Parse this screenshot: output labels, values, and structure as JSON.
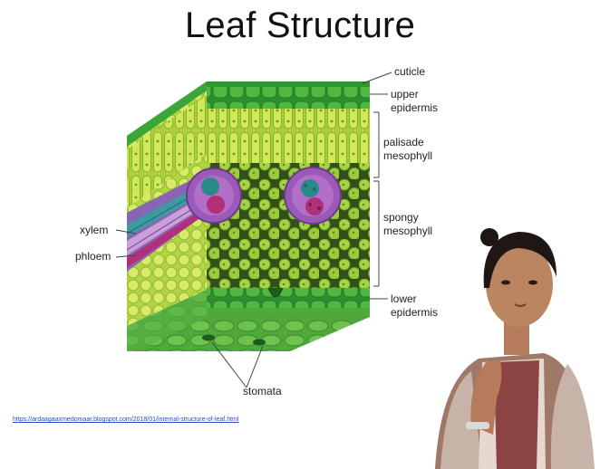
{
  "slide": {
    "title": "Leaf Structure",
    "source_link": "https://ardaagaaxmedomaar.blogspot.com/2018/01/internal-structure-of-leaf.html"
  },
  "diagram": {
    "labels": {
      "cuticle": "cuticle",
      "upper_1": "upper",
      "upper_2": "epidermis",
      "palisade_1": "palisade",
      "palisade_2": "mesophyll",
      "spongy_1": "spongy",
      "spongy_2": "mesophyll",
      "lower_1": "lower",
      "lower_2": "epidermis",
      "xylem": "xylem",
      "phloem": "phloem",
      "stomata": "stomata"
    },
    "colors": {
      "epidermis": "#3fa535",
      "palisade": "#c6dc4a",
      "spongy": "#8fc43a",
      "xylem": "#2a8a8a",
      "phloem": "#b0307a",
      "bundle_sheath": "#9a5ab8"
    }
  }
}
